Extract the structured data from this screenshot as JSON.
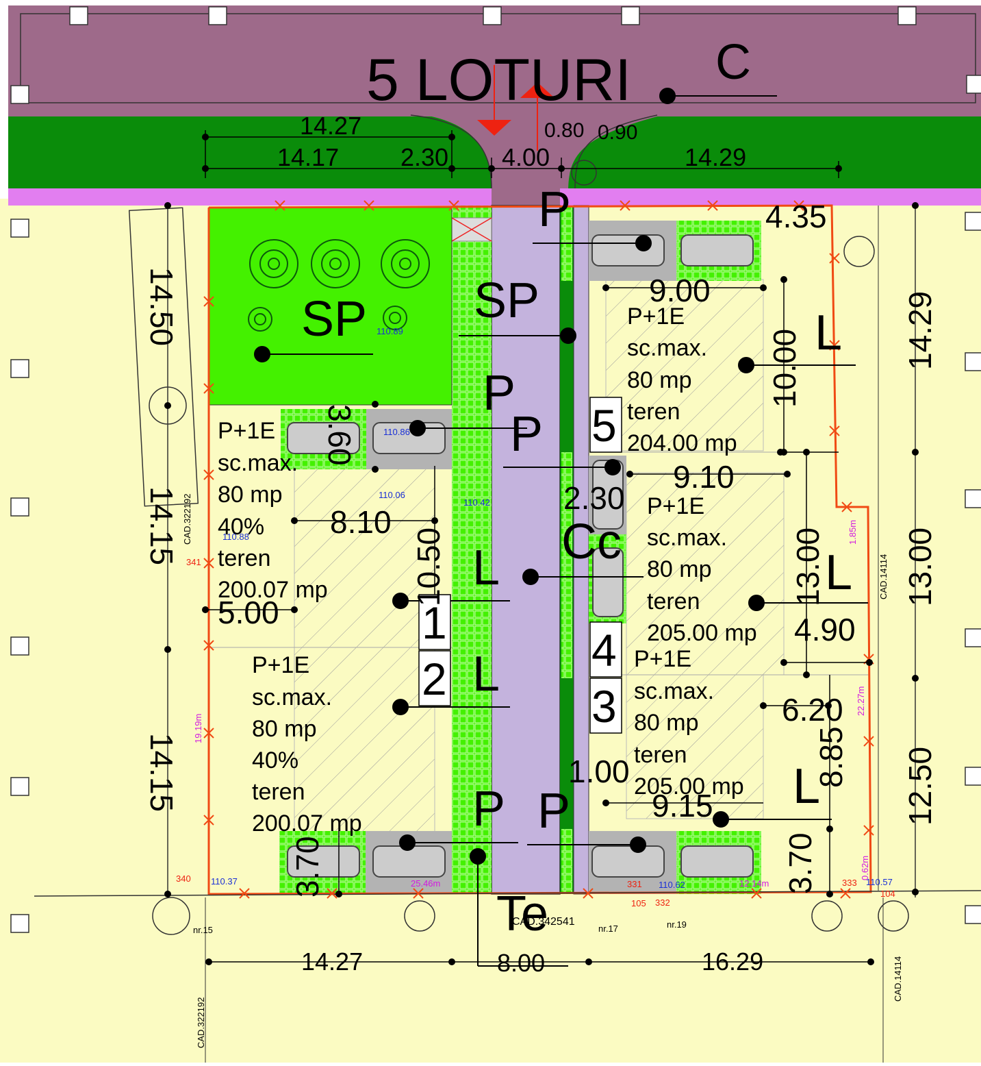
{
  "title": "5 LOTURI",
  "zones": {
    "c_top": "C",
    "p_entry": "P",
    "sp_road": "SP",
    "p_road_1": "P",
    "p_road_2": "P",
    "sp_green": "SP",
    "l_road_1": "L",
    "l_road_2": "L",
    "p_road_bl": "P",
    "p_road_br": "P",
    "te_bottom": "Te",
    "cc_mid": "Cc",
    "l_lot5": "L",
    "l_lot4": "L",
    "l_lot3": "L"
  },
  "dimensions": {
    "d_1427_top": "14.27",
    "d_1417": "14.17",
    "d_230_top": "2.30",
    "d_400": "4.00",
    "d_080": "0.80",
    "d_090": "0.90",
    "d_1429_top": "14.29",
    "d_1450": "14.50",
    "d_1415_a": "14.15",
    "d_1415_b": "14.15",
    "d_360": "3.60",
    "d_810": "8.10",
    "d_1050": "10.50",
    "d_500": "5.00",
    "d_370_l": "3.70",
    "d_435": "4.35",
    "d_900": "9.00",
    "d_1000": "10.00",
    "d_1429_r": "14.29",
    "d_910": "9.10",
    "d_230_mid": "2.30",
    "d_1300_a": "13.00",
    "d_1300_b": "13.00",
    "d_490": "4.90",
    "d_620": "6.20",
    "d_885": "8.85",
    "d_100": "1.00",
    "d_915": "9.15",
    "d_1250": "12.50",
    "d_370_r": "3.70",
    "d_1427_bot": "14.27",
    "d_800": "8.00",
    "d_1629": "16.29"
  },
  "lots": {
    "lot1": {
      "number": "1",
      "lines": [
        "P+1E",
        "sc.max.",
        "80 mp",
        "40%",
        "teren",
        "200.07 mp"
      ]
    },
    "lot2": {
      "number": "2",
      "lines": [
        "P+1E",
        "sc.max.",
        "80 mp",
        "40%",
        "teren",
        "200.07 mp"
      ]
    },
    "lot3": {
      "number": "3",
      "lines": [
        "sc.max.",
        "80 mp",
        "teren",
        "205.00 mp"
      ],
      "extra": "P+1E"
    },
    "lot4": {
      "number": "4",
      "lines": [
        "P+1E",
        "sc.max.",
        "80 mp",
        "teren",
        "205.00 mp"
      ]
    },
    "lot5": {
      "number": "5",
      "lines": [
        "P+1E",
        "sc.max.",
        "80 mp",
        "teren",
        "204.00 mp"
      ]
    }
  },
  "cadastral": {
    "cad_322192_top": "CAD.322192",
    "cad_322192_bot": "CAD.322192",
    "cad_14114_top": "CAD.14114",
    "cad_14114_bot": "CAD.14114",
    "cad_342541": "CAD.342541",
    "nr15": "nr.15",
    "nr17": "nr.17",
    "nr19": "nr.19",
    "pt340": "340",
    "pt341": "341",
    "pt331": "331",
    "pt332": "332",
    "pt333": "333",
    "pt105": "105",
    "pt104": "104"
  },
  "elevations": {
    "e11089": "110.89",
    "e11086": "110.86",
    "e11006": "110.06",
    "e11042": "110.42",
    "e11088": "110.88",
    "e11037": "110.37",
    "e11062": "110.62",
    "e11057": "110.57"
  },
  "measures": {
    "m1919": "19.19m",
    "m2546": "25.46m",
    "m1214": "12.14m",
    "m2227": "22.27m",
    "m185": "1.85m",
    "m062": "0.62m"
  },
  "colors": {
    "street": "#9e6a8a",
    "green_strip": "#0a8c0a",
    "sidewalk": "#e27ef0",
    "parcel": "#fbfbc2",
    "road": "#c4b3dd",
    "lime": "#44f100",
    "boundary": "#f04a14",
    "parking": "#b3b3b3"
  }
}
